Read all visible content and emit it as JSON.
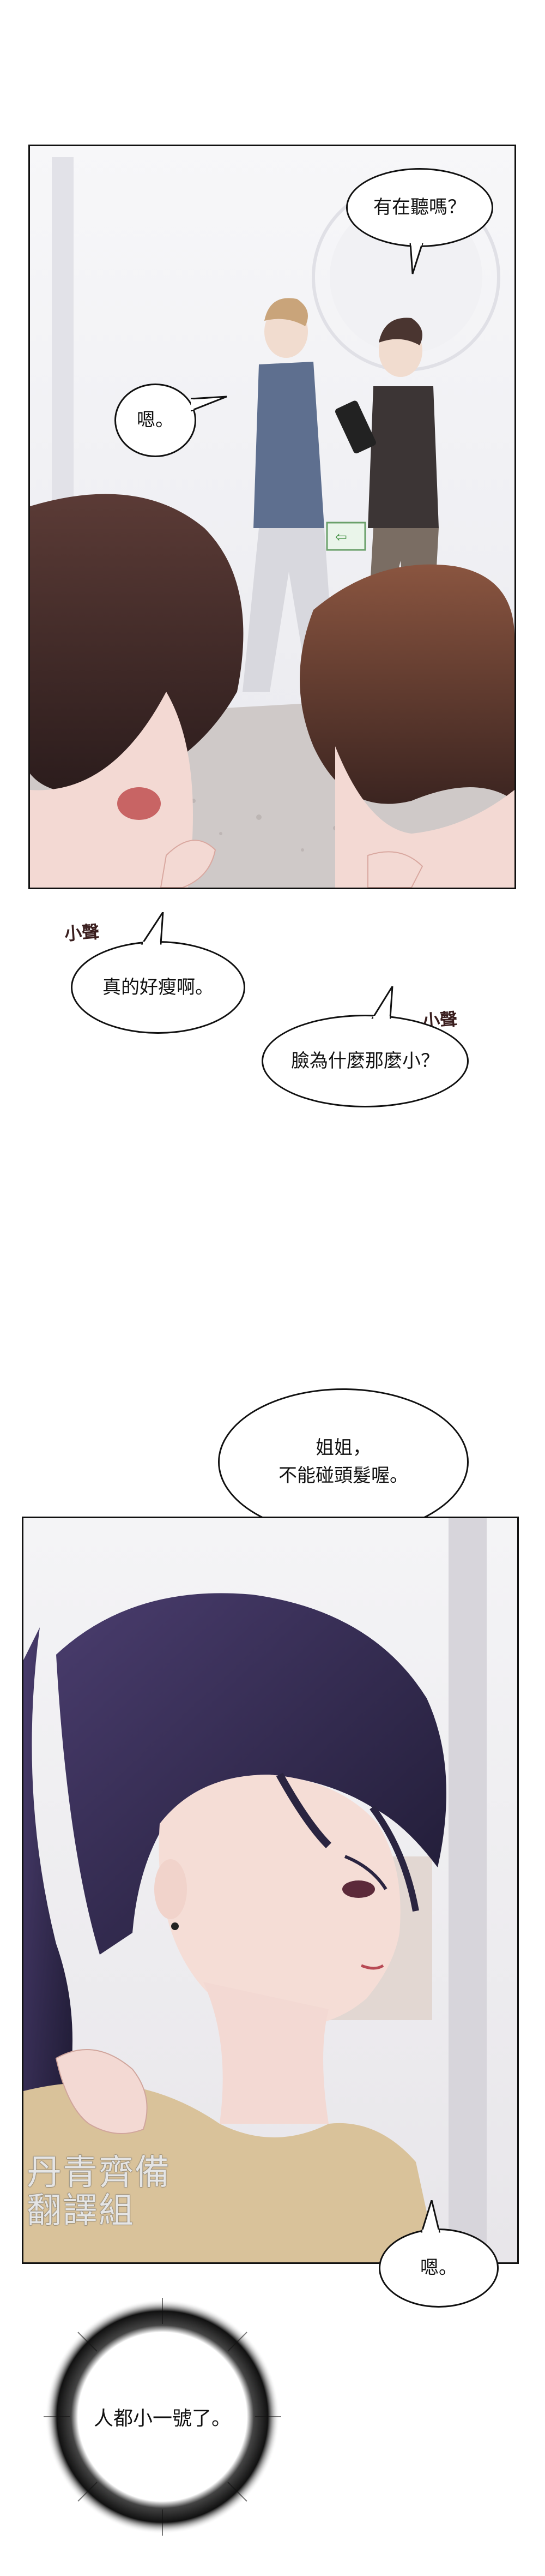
{
  "panel1": {
    "bubble_top_right": "有在聽嗎？",
    "bubble_left": "嗯。"
  },
  "whisper": {
    "sfx_label_1": "小聲",
    "bubble_1": "真的好瘦啊。",
    "sfx_label_2": "小聲",
    "bubble_2": "臉為什麼那麼小？"
  },
  "panel2": {
    "bubble_top": "姐姐，\n不能碰頭髮喔。",
    "watermark_line1": "丹青齊備",
    "watermark_line2": "翻譯組",
    "bubble_bottom_right": "嗯。"
  },
  "thought": {
    "bubble": "人都小一號了。"
  },
  "colors": {
    "hair_dark": "#3b2a2a",
    "hair_purple": "#2e2648",
    "skin": "#f3d9d3",
    "wall": "#f4f4f6"
  }
}
